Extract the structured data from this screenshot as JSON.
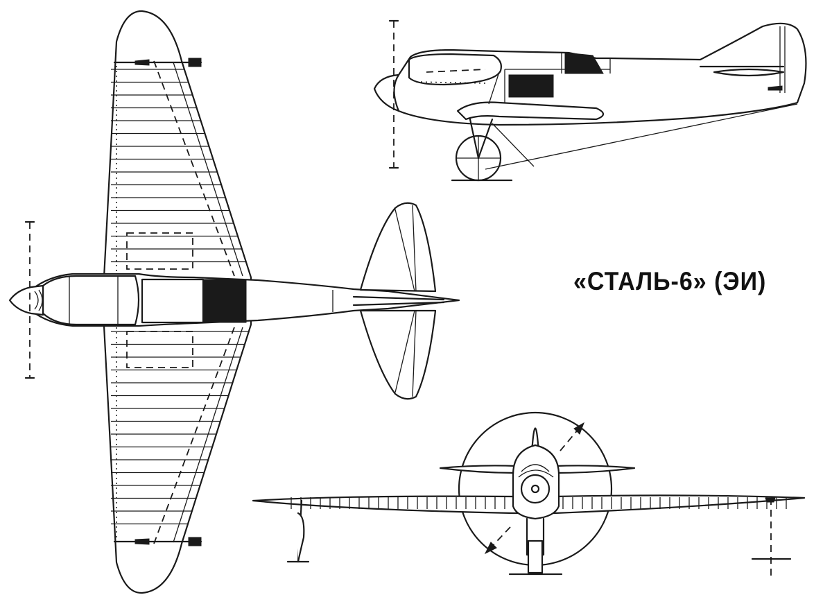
{
  "title": "«СТАЛЬ-6» (ЭИ)",
  "views": [
    "side-view",
    "top-view",
    "front-view"
  ]
}
